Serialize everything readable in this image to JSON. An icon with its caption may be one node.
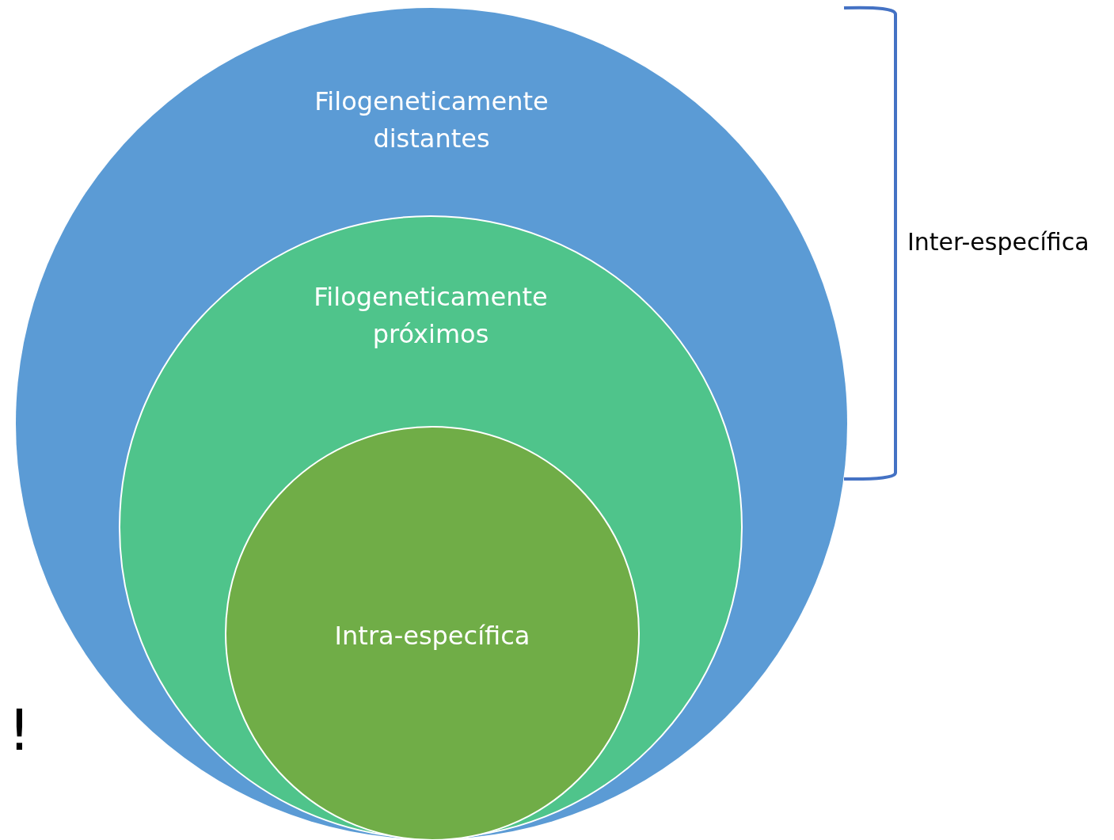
{
  "diagram": {
    "nodes": [
      {
        "text": [
          "Filogeneticamente distantes"
        ]
      },
      {
        "text": [
          "Filogeneticamente próximos"
        ],
        "in": 0
      },
      {
        "text": [
          "Intra-específica"
        ],
        "in": 1
      }
    ],
    "labels": [
      "Inter-específica",
      "!"
    ]
  }
}
